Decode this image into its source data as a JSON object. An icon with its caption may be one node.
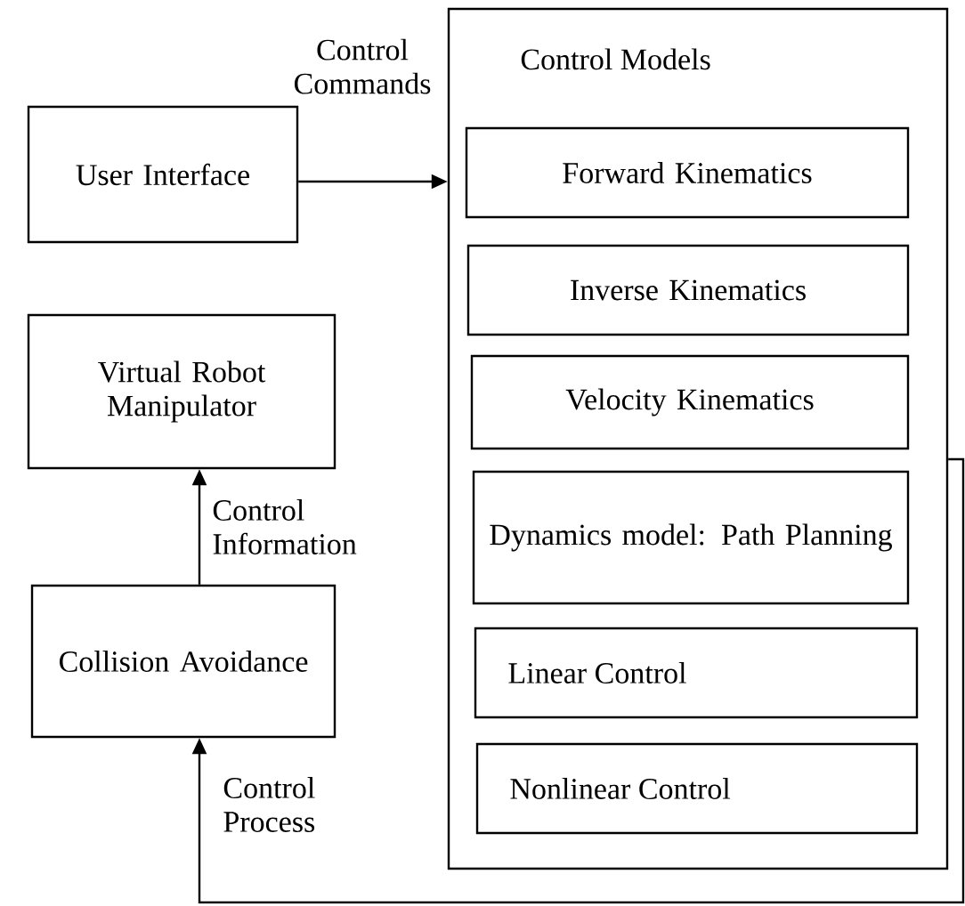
{
  "diagram": {
    "nodes": [
      {
        "text": [
          "User Interface"
        ]
      },
      {
        "text": [
          "Control Models"
        ]
      },
      {
        "text": [
          "Forward Kinematics"
        ],
        "in": 1
      },
      {
        "text": [
          "Inverse Kinematics"
        ],
        "in": 1
      },
      {
        "text": [
          "Velocity Kinematics"
        ],
        "in": 1
      },
      {
        "text": [
          "Dynamics model: Path Planning"
        ],
        "in": 1
      },
      {
        "text": [
          "Linear Control"
        ],
        "in": 1
      },
      {
        "text": [
          "Nonlinear Control"
        ],
        "in": 1
      },
      {
        "text": [
          "Virtual Robot Manipulator"
        ]
      },
      {
        "text": [
          "Collision Avoidance"
        ]
      }
    ],
    "edges": [
      {
        "from": 0,
        "to": 1,
        "arrow": "to",
        "label": "Control Commands"
      },
      {
        "from": 9,
        "to": 8,
        "arrow": "to",
        "label": "Control Information"
      },
      {
        "from": 1,
        "to": 9,
        "arrow": "to",
        "label": "Control Process"
      }
    ]
  }
}
